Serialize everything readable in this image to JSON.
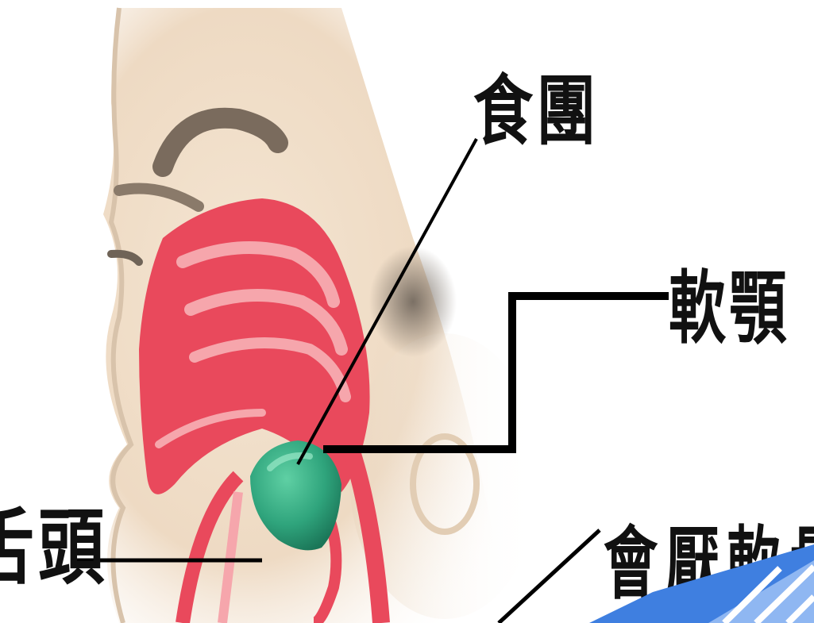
{
  "labels": {
    "bolus": "食團",
    "soft_palate": "軟顎",
    "tongue": "舌頭",
    "epiglottis": "會厭軟骨"
  },
  "colors": {
    "skin": "#efdcc7",
    "skin_shadow": "#cdb8a0",
    "tissue_red": "#e9495c",
    "tissue_pink": "#f6a6ac",
    "bolus_green": "#2fa47c",
    "hair": "#7a6b5d",
    "leader_line": "#000000",
    "corner_blue": "#3f7fe0"
  }
}
